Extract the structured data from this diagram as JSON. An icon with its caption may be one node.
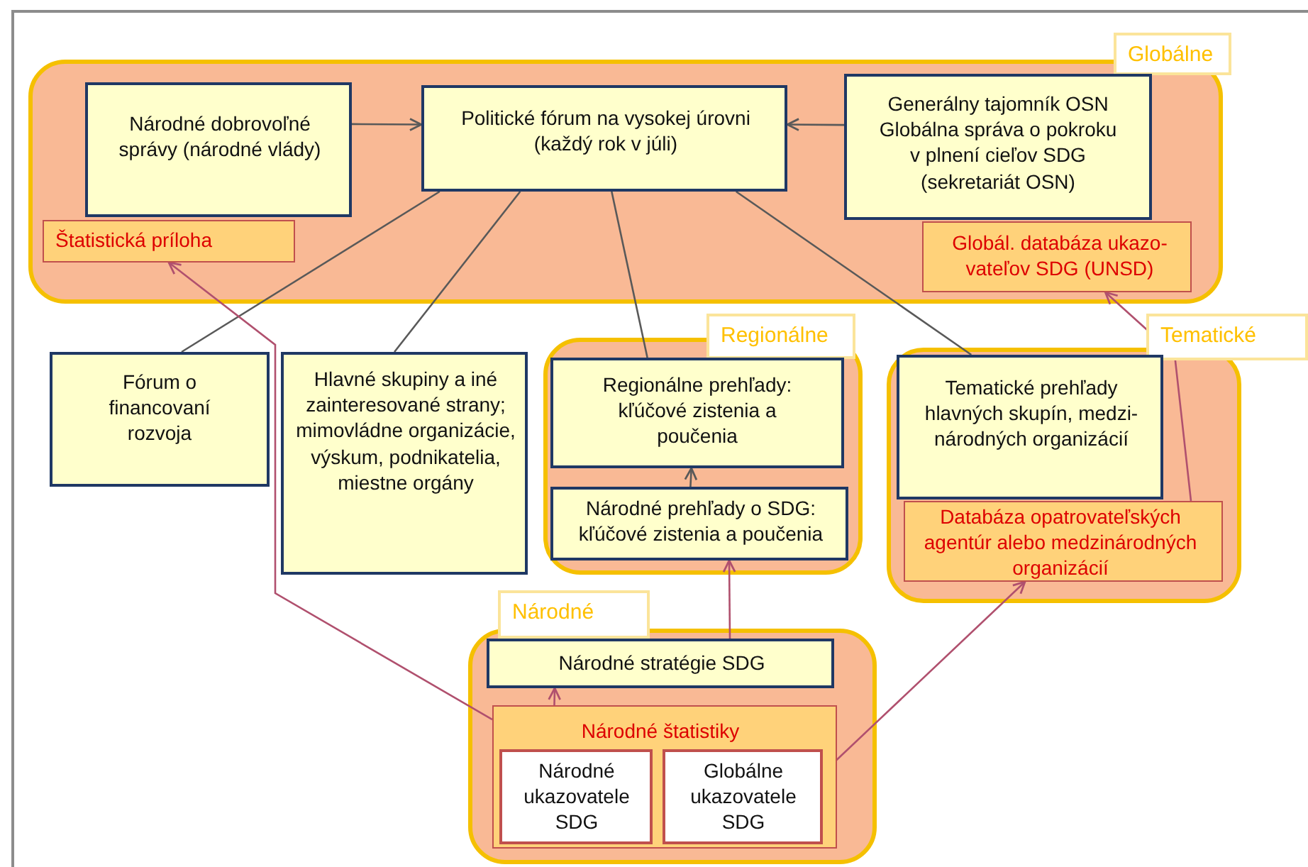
{
  "diagram": {
    "nodes": [
      {
        "text": [
          "Globálne"
        ]
      },
      {
        "text": [
          "Štatistická príloha"
        ],
        "in": 0
      },
      {
        "text": [
          "Národné dobrovoľné správy (národné vlády)"
        ],
        "in": 0
      },
      {
        "text": [
          "Politické fórum na vysokej úrovni (každý rok v júli)"
        ],
        "in": 0
      },
      {
        "text": [
          "Generálny tajomník OSN Globálna správa o pokroku v plnení cieľov SDG (sekretariát OSN)"
        ],
        "in": 0
      },
      {
        "text": [
          "Globál. databáza ukazo-vateľov SDG (UNSD)"
        ],
        "in": 0
      },
      {
        "text": [
          "Fórum o financovaní rozvoja"
        ]
      },
      {
        "text": [
          "Hlavné skupiny a iné zainteresované strany; mimovládne organizácie, výskum, podnikatelia, miestne orgány"
        ]
      },
      {
        "text": [
          "Regionálne"
        ]
      },
      {
        "text": [
          "Regionálne prehľady: kľúčové zistenia a poučenia"
        ],
        "in": 8
      },
      {
        "text": [
          "Národné prehľady o SDG: kľúčové zistenia a poučenia"
        ],
        "in": 8
      },
      {
        "text": [
          "Tematické"
        ]
      },
      {
        "text": [
          "Tematické prehľady hlavných skupín, medzi-národných organizácií"
        ],
        "in": 11
      },
      {
        "text": [
          "Databáza opatrovateľských agentúr alebo medzinárodných organizácií"
        ],
        "in": 11
      },
      {
        "text": [
          "Národné"
        ]
      },
      {
        "text": [
          "Národné stratégie SDG"
        ],
        "in": 14
      },
      {
        "text": [
          "Národné štatistiky"
        ],
        "in": 14
      },
      {
        "text": [
          "Národné ukazovatele SDG"
        ],
        "in": 16
      },
      {
        "text": [
          "Globálne ukazovatele SDG"
        ],
        "in": 16
      }
    ],
    "edges": [
      {
        "from": 2,
        "to": 3,
        "arrow": "to"
      },
      {
        "from": 4,
        "to": 3,
        "arrow": "to"
      },
      {
        "from": 3,
        "to": 6,
        "arrow": "none"
      },
      {
        "from": 3,
        "to": 7,
        "arrow": "none"
      },
      {
        "from": 3,
        "to": 9,
        "arrow": "none"
      },
      {
        "from": 3,
        "to": 12,
        "arrow": "none"
      },
      {
        "from": 16,
        "to": 1,
        "arrow": "to",
        "color": "#b0506e"
      },
      {
        "from": 16,
        "to": 15,
        "arrow": "to",
        "color": "#b0506e"
      },
      {
        "from": 15,
        "to": 10,
        "arrow": "to",
        "color": "#b0506e"
      },
      {
        "from": 10,
        "to": 9,
        "arrow": "to"
      },
      {
        "from": 18,
        "to": 13,
        "arrow": "to",
        "color": "#b0506e"
      },
      {
        "from": 13,
        "to": 5,
        "arrow": "to",
        "color": "#b0506e"
      }
    ]
  }
}
